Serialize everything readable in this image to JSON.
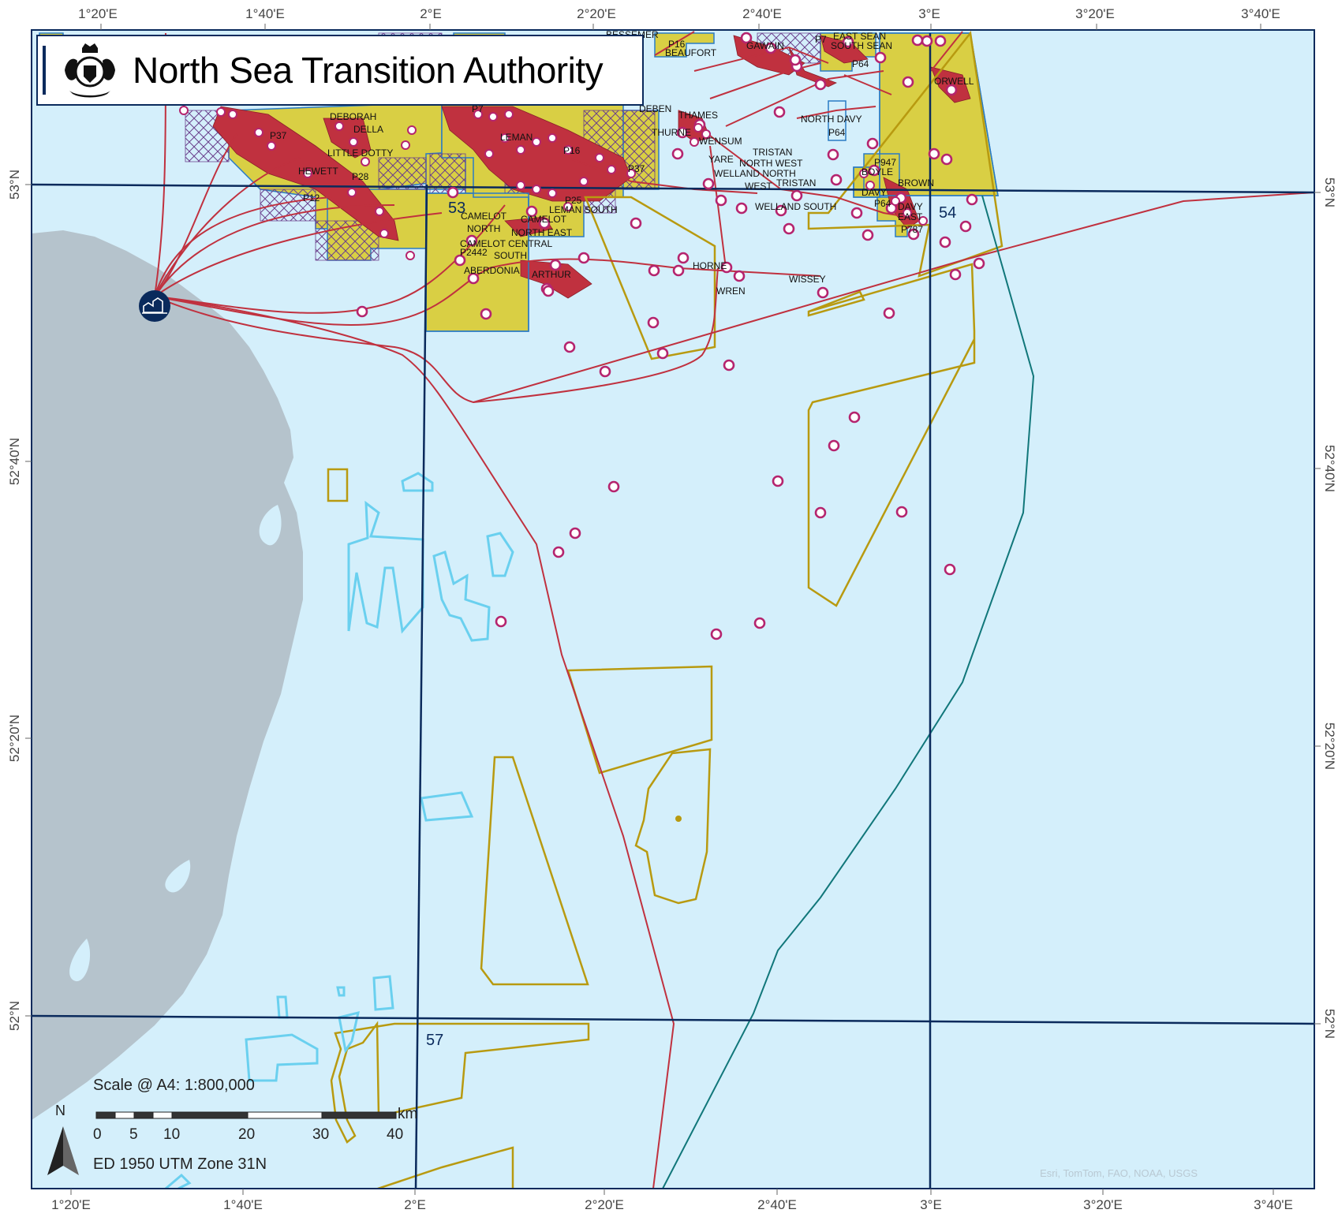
{
  "title": "North Sea Transition Authority",
  "scale_label": "Scale @ A4: 1:800,000",
  "scale_unit": "km",
  "scale_ticks": [
    "0",
    "5",
    "10",
    "20",
    "30",
    "40"
  ],
  "north_label": "N",
  "projection": "ED 1950 UTM Zone 31N",
  "attribution": "Esri, TomTom, FAO, NOAA, USGS",
  "lon_labels": [
    "1°20'E",
    "1°40'E",
    "2°E",
    "2°20'E",
    "2°40'E",
    "3°E",
    "3°20'E",
    "3°40'E"
  ],
  "lat_labels": [
    "53°N",
    "52°40'N",
    "52°20'N",
    "52°N"
  ],
  "quadrants": [
    "53",
    "54",
    "57"
  ],
  "field_labels": [
    "BESSEMER",
    "P16",
    "BEAUFORT",
    "GAWAIN",
    "P7",
    "EAST SEAN",
    "SOUTH SEAN",
    "P64",
    "ORWELL",
    "DEBEN",
    "THAMES",
    "THURNE",
    "WENSUM",
    "NORTH DAVY",
    "P64",
    "TRISTAN",
    "NORTH WEST",
    "YARE",
    "WELLAND NORTH",
    "WEST",
    "TRISTAN",
    "WELLAND SOUTH",
    "P947",
    "BOYLE",
    "BROWN",
    "DAVY",
    "P64",
    "DAVY",
    "EAST",
    "P787",
    "DEBORAH",
    "DELLA",
    "P37",
    "LITTLE DOTTY",
    "HEWETT",
    "P28",
    "P12",
    "P7",
    "LEMAN",
    "P16",
    "P37",
    "P25",
    "LEMAN SOUTH",
    "CAMELOT",
    "NORTH",
    "CAMELOT",
    "NORTH EAST",
    "CAMELOT CENTRAL",
    "P2442",
    "SOUTH",
    "ABERDONIA",
    "ARTHUR",
    "HORNE",
    "WREN",
    "WISSEY"
  ],
  "colors": {
    "sea": "#d4effb",
    "land": "#b5c3cc",
    "pipeline": "#c0313f",
    "licence": "#d9cf44",
    "licence_border": "#2a7bc4",
    "field": "#c0313f",
    "well": "#b5246e",
    "wind": "#b89a10",
    "windfarm_cyan": "#6ad0ef",
    "quad_line": "#0a2a5c",
    "median": "#11777a"
  },
  "icons": {
    "crest": "royal-crest-icon",
    "terminal": "gas-terminal-icon",
    "north_arrow": "north-arrow-icon"
  }
}
